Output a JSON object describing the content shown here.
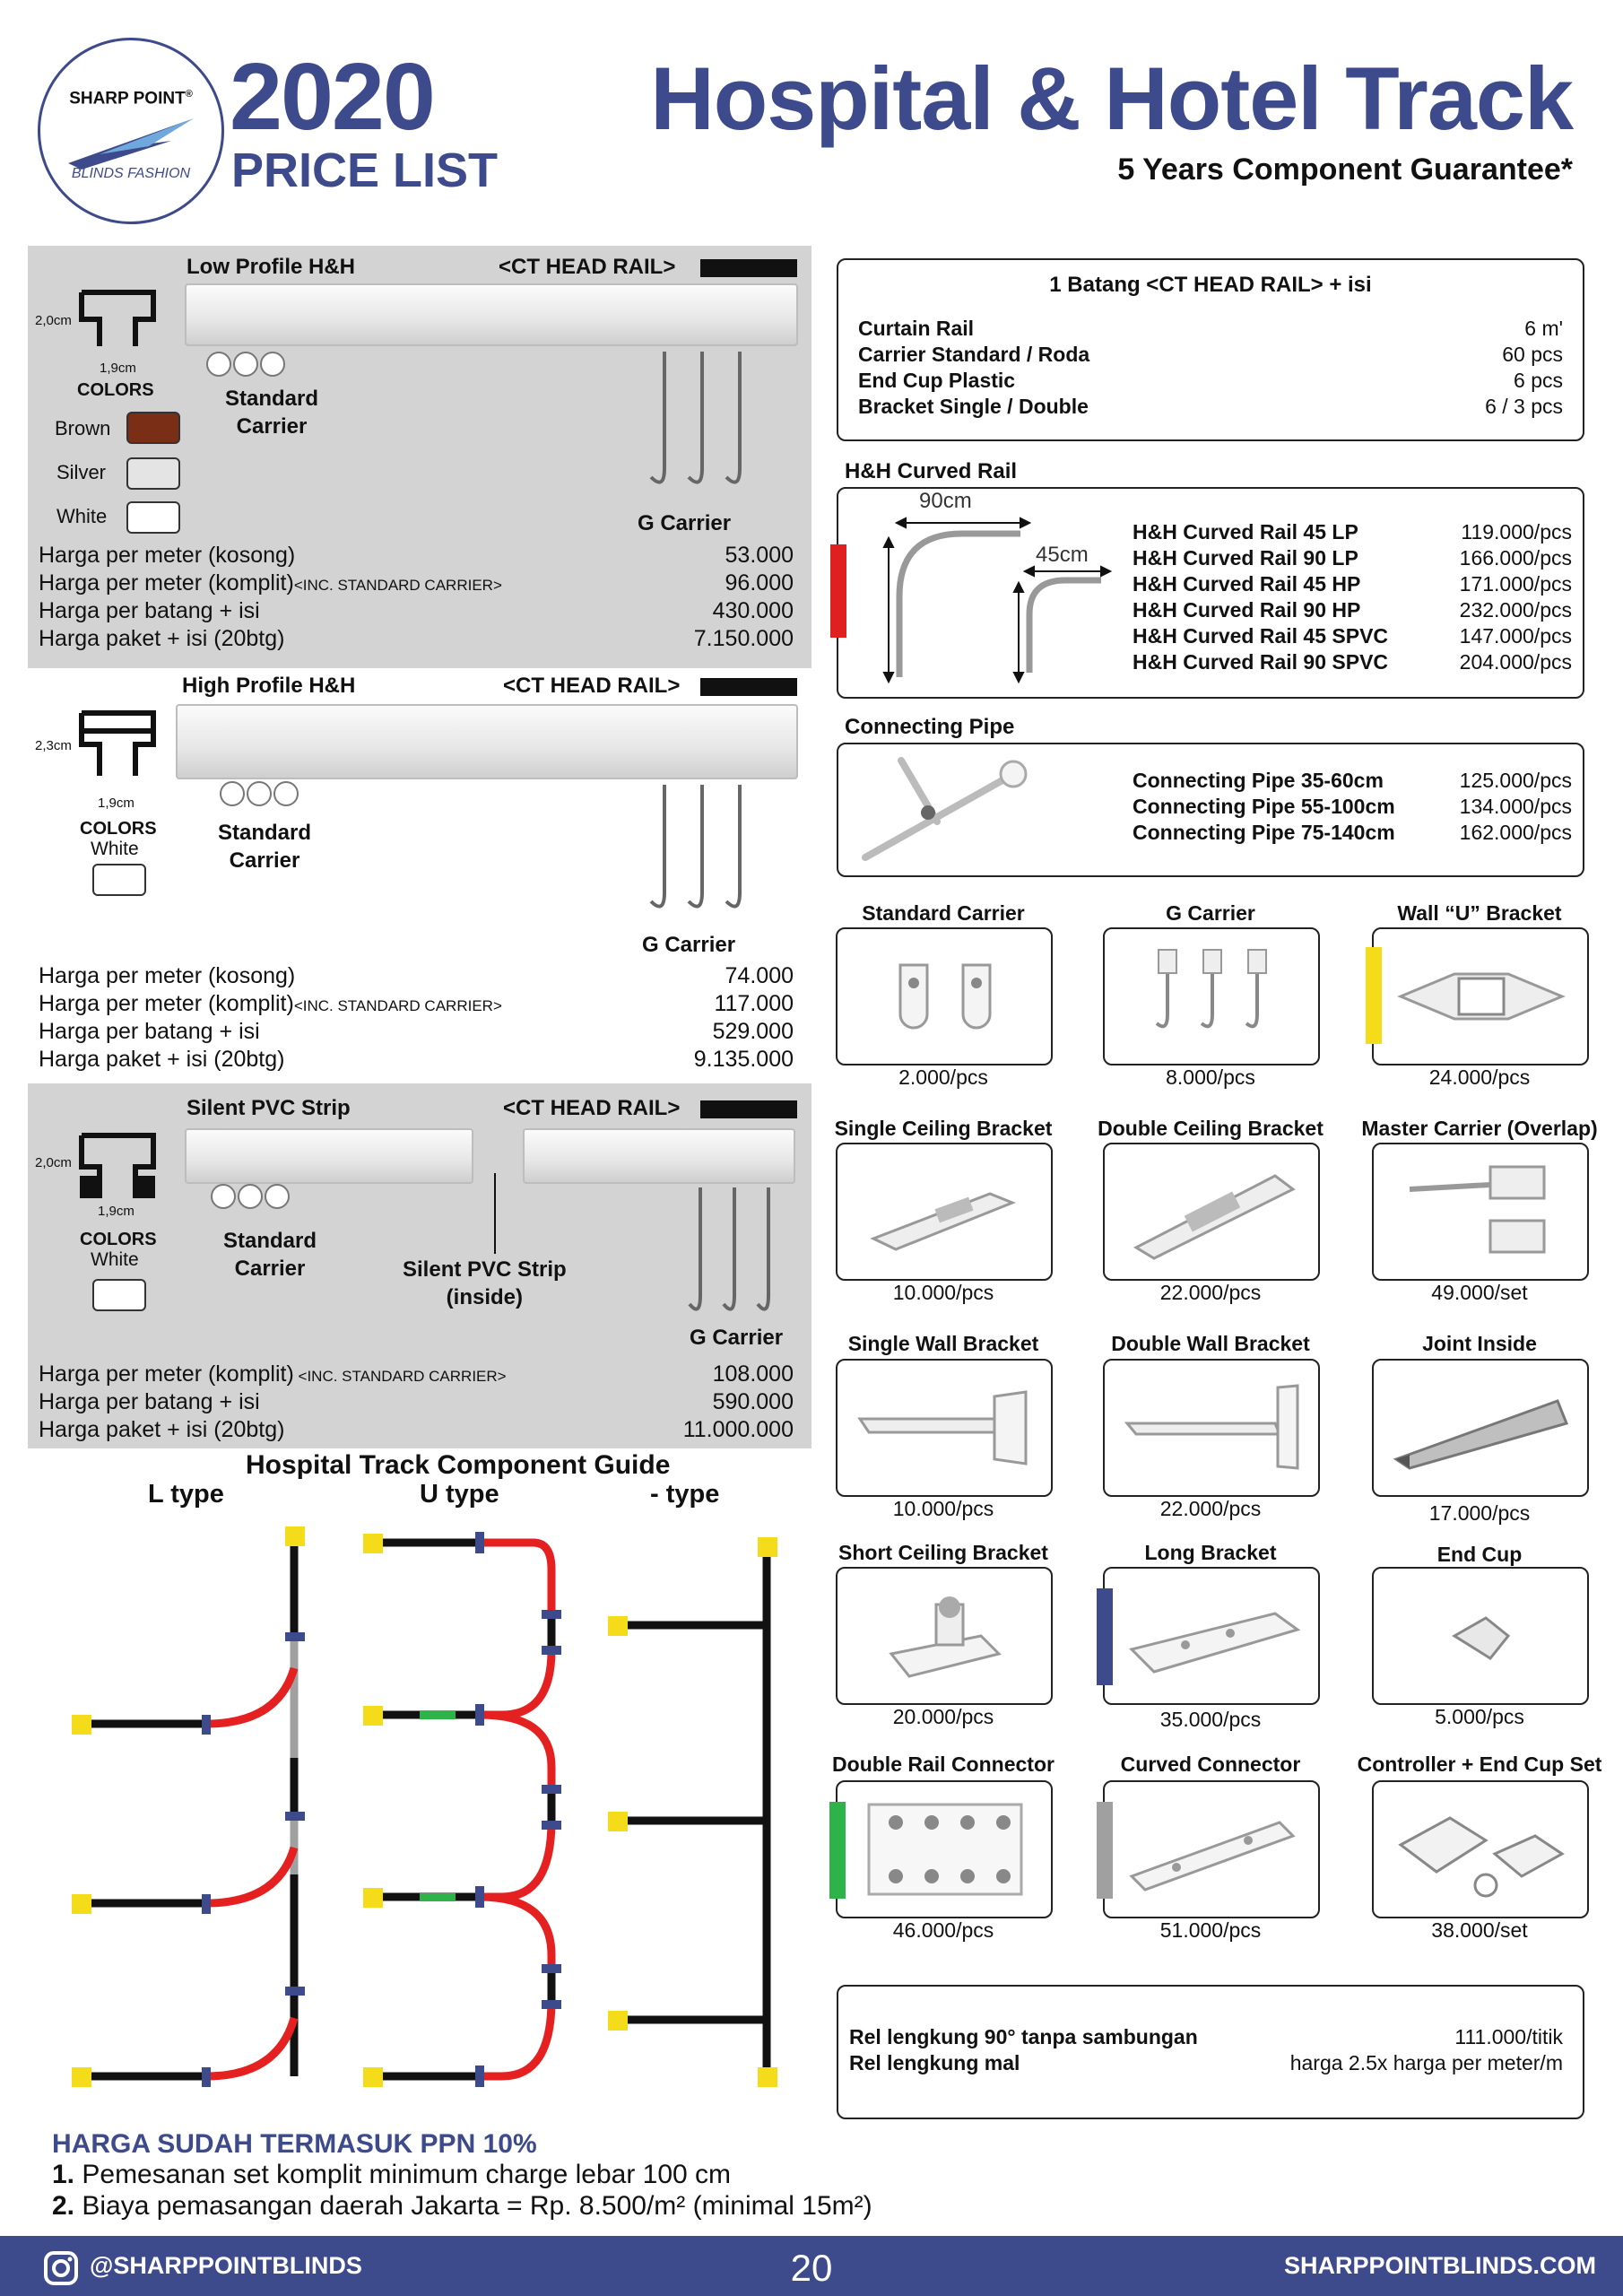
{
  "header": {
    "logo_brand": "SHARP POINT",
    "logo_reg": "®",
    "logo_sub": "BLINDS FASHION",
    "year": "2020",
    "price_list": "PRICE LIST",
    "title": "Hospital & Hotel Track",
    "guarantee": "5 Years Component Guarantee*"
  },
  "low_profile": {
    "name": "Low Profile H&H",
    "rail_tag": "<CT HEAD RAIL>",
    "dim_h": "2,0cm",
    "dim_w": "1,9cm",
    "colors_label": "COLORS",
    "colors": [
      {
        "name": "Brown",
        "hex": "#7a2e16"
      },
      {
        "name": "Silver",
        "hex": "#e4e4e4"
      },
      {
        "name": "White",
        "hex": "#ffffff"
      }
    ],
    "standard_carrier": "Standard\nCarrier",
    "g_carrier": "G Carrier",
    "prices": [
      {
        "label": "Harga per meter (kosong)",
        "note": "",
        "value": "53.000"
      },
      {
        "label": "Harga per meter (komplit)",
        "note": "<INC. STANDARD CARRIER>",
        "value": "96.000"
      },
      {
        "label": "Harga per batang + isi",
        "note": "",
        "value": "430.000"
      },
      {
        "label": "Harga paket + isi (20btg)",
        "note": "",
        "value": "7.150.000"
      }
    ]
  },
  "high_profile": {
    "name": "High Profile H&H",
    "rail_tag": "<CT HEAD RAIL>",
    "dim_h": "2,3cm",
    "dim_w": "1,9cm",
    "colors_label": "COLORS",
    "color_name": "White",
    "standard_carrier": "Standard\nCarrier",
    "g_carrier": "G Carrier",
    "prices": [
      {
        "label": "Harga per meter (kosong)",
        "note": "",
        "value": "74.000"
      },
      {
        "label": "Harga per meter (komplit)",
        "note": "<INC. STANDARD CARRIER>",
        "value": "117.000"
      },
      {
        "label": "Harga per batang + isi",
        "note": "",
        "value": "529.000"
      },
      {
        "label": "Harga paket + isi (20btg)",
        "note": "",
        "value": "9.135.000"
      }
    ]
  },
  "silent_pvc": {
    "name": "Silent PVC Strip",
    "rail_tag": "<CT HEAD RAIL>",
    "dim_h": "2,0cm",
    "dim_w": "1,9cm",
    "colors_label": "COLORS",
    "color_name": "White",
    "standard_carrier": "Standard\nCarrier",
    "strip_label": "Silent PVC Strip\n(inside)",
    "g_carrier": "G Carrier",
    "prices": [
      {
        "label": "Harga per meter (komplit)",
        "note": " <INC. STANDARD CARRIER>",
        "value": "108.000"
      },
      {
        "label": "Harga per batang + isi",
        "note": "",
        "value": "590.000"
      },
      {
        "label": "Harga paket + isi (20btg)",
        "note": "",
        "value": "11.000.000"
      }
    ]
  },
  "guide": {
    "title": "Hospital Track Component Guide",
    "types": [
      "L type",
      "U type",
      "- type"
    ]
  },
  "notes": {
    "heading": "HARGA SUDAH TERMASUK PPN 10%",
    "items": [
      {
        "num": "1.",
        "text": "Pemesanan set komplit minimum charge lebar 100 cm"
      },
      {
        "num": "2.",
        "text": "Biaya pemasangan daerah Jakarta = Rp. 8.500/m² (minimal 15m²)"
      }
    ]
  },
  "batang": {
    "title": "1 Batang <CT HEAD RAIL> + isi",
    "rows": [
      {
        "label": "Curtain Rail",
        "value": "6 m'"
      },
      {
        "label": "Carrier Standard / Roda",
        "value": "60 pcs"
      },
      {
        "label": "End Cup Plastic",
        "value": "6 pcs"
      },
      {
        "label": "Bracket Single / Double",
        "value": "6 / 3 pcs"
      }
    ]
  },
  "curved": {
    "title": "H&H Curved Rail",
    "dim_a": "90cm",
    "dim_b": "45cm",
    "accent": "#e02020",
    "rows": [
      {
        "label": "H&H Curved Rail 45 LP",
        "value": "119.000/pcs"
      },
      {
        "label": "H&H Curved Rail 90 LP",
        "value": "166.000/pcs"
      },
      {
        "label": "H&H Curved Rail 45 HP",
        "value": "171.000/pcs"
      },
      {
        "label": "H&H Curved Rail 90 HP",
        "value": "232.000/pcs"
      },
      {
        "label": "H&H Curved Rail 45 SPVC",
        "value": "147.000/pcs"
      },
      {
        "label": "H&H Curved Rail 90 SPVC",
        "value": "204.000/pcs"
      }
    ]
  },
  "pipe": {
    "title": "Connecting Pipe",
    "rows": [
      {
        "label": "Connecting Pipe 35-60cm",
        "value": "125.000/pcs"
      },
      {
        "label": "Connecting Pipe 55-100cm",
        "value": "134.000/pcs"
      },
      {
        "label": "Connecting Pipe 75-140cm",
        "value": "162.000/pcs"
      }
    ]
  },
  "components": [
    {
      "name": "Standard Carrier",
      "price": "2.000/pcs"
    },
    {
      "name": "G Carrier",
      "price": "8.000/pcs"
    },
    {
      "name": "Wall “U” Bracket",
      "price": "24.000/pcs"
    },
    {
      "name": "Single Ceiling Bracket",
      "price": "10.000/pcs"
    },
    {
      "name": "Double Ceiling Bracket",
      "price": "22.000/pcs"
    },
    {
      "name": "Master Carrier (Overlap)",
      "price": "49.000/set"
    },
    {
      "name": "Single Wall Bracket",
      "price": "10.000/pcs"
    },
    {
      "name": "Double Wall Bracket",
      "price": "22.000/pcs"
    },
    {
      "name": "Joint Inside",
      "price": "17.000/pcs"
    },
    {
      "name": "Short Ceiling Bracket",
      "price": "20.000/pcs"
    },
    {
      "name": "Long Bracket",
      "price": "35.000/pcs"
    },
    {
      "name": "End Cup",
      "price": "5.000/pcs"
    },
    {
      "name": "Double Rail Connector",
      "price": "46.000/pcs"
    },
    {
      "name": "Curved Connector",
      "price": "51.000/pcs"
    },
    {
      "name": "Controller + End Cup Set",
      "price": "38.000/set"
    }
  ],
  "component_accents": {
    "yellow": "#f4dc1a",
    "navy": "#3d4a8b",
    "green": "#2eb34a",
    "gray": "#a0a0a0"
  },
  "rel": {
    "rows": [
      {
        "label": "Rel lengkung 90° tanpa sambungan",
        "value": "111.000/titik"
      },
      {
        "label": "Rel lengkung mal",
        "value": "harga 2.5x harga per meter/m"
      }
    ]
  },
  "footer": {
    "instagram": "@SHARPPOINTBLINDS",
    "page": "20",
    "website": "SHARPPOINTBLINDS.COM"
  }
}
